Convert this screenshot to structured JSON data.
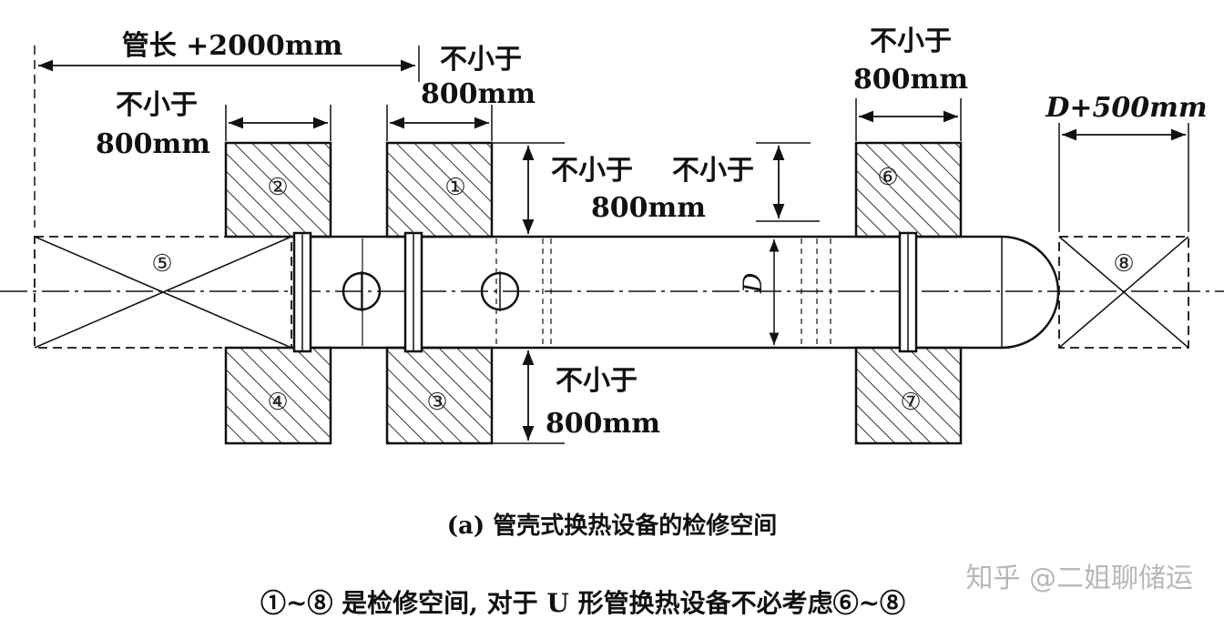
{
  "title_dimension": "管长 +2000mm",
  "not_less_than": "不小于",
  "dim_800mm": "800mm",
  "dim_d_plus_500": "D+500mm",
  "diameter_symbol": "D",
  "zones": {
    "z1": "①",
    "z2": "②",
    "z3": "③",
    "z4": "④",
    "z5": "⑤",
    "z6": "⑥",
    "z7": "⑦",
    "z8": "⑧"
  },
  "caption": "(a) 管壳式换热设备的检修空间",
  "note": "①~⑧ 是检修空间, 对于 U 形管换热设备不必考虑⑥~⑧",
  "watermark": "知乎 @二姐聊储运",
  "colors": {
    "line": "#111111",
    "hatch": "#333333",
    "watermark": "#b8b8b8"
  }
}
